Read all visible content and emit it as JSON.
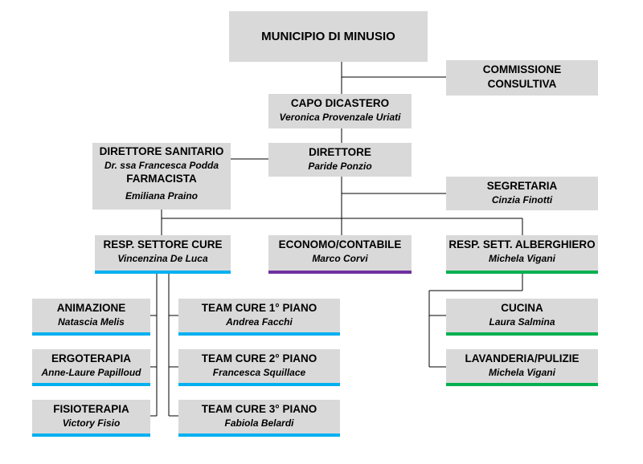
{
  "chart": {
    "municipio": "MUNICIPIO DI MINUSIO",
    "commissione": {
      "line1": "COMMISSIONE",
      "line2": "CONSULTIVA"
    },
    "capo": {
      "title": "CAPO DICASTERO",
      "name": "Veronica Provenzale Uriati"
    },
    "direttore": {
      "title": "DIRETTORE",
      "name": "Paride Ponzio"
    },
    "sanitario": {
      "title": "DIRETTORE SANITARIO",
      "name": "Dr. ssa Francesca Podda",
      "title2": "FARMACISTA",
      "name2": "Emiliana Praino"
    },
    "segretaria": {
      "title": "SEGRETARIA",
      "name": "Cinzia Finotti"
    },
    "cure": {
      "title": "RESP. SETTORE CURE",
      "name": "Vincenzina De Luca"
    },
    "economo": {
      "title": "ECONOMO/CONTABILE",
      "name": "Marco Corvi"
    },
    "alberghiero": {
      "title": "RESP. SETT. ALBERGHIERO",
      "name": "Michela Vigani"
    },
    "animazione": {
      "title": "ANIMAZIONE",
      "name": "Natascia Melis"
    },
    "ergoterapia": {
      "title": "ERGOTERAPIA",
      "name": "Anne-Laure Papilloud"
    },
    "fisioterapia": {
      "title": "FISIOTERAPIA",
      "name": "Victory Fisio"
    },
    "team1": {
      "title": "TEAM CURE 1° PIANO",
      "name": "Andrea Facchi"
    },
    "team2": {
      "title": "TEAM CURE 2° PIANO",
      "name": "Francesca Squillace"
    },
    "team3": {
      "title": "TEAM CURE 3° PIANO",
      "name": "Fabiola Belardi"
    },
    "cucina": {
      "title": "CUCINA",
      "name": "Laura Salmina"
    },
    "lavanderia": {
      "title": "LAVANDERIA/PULIZIE",
      "name": "Michela Vigani"
    }
  },
  "colors": {
    "box": "#d9d9d9",
    "blue": "#00b0f0",
    "green": "#00b050",
    "purple": "#7030a0",
    "line": "#000000"
  }
}
